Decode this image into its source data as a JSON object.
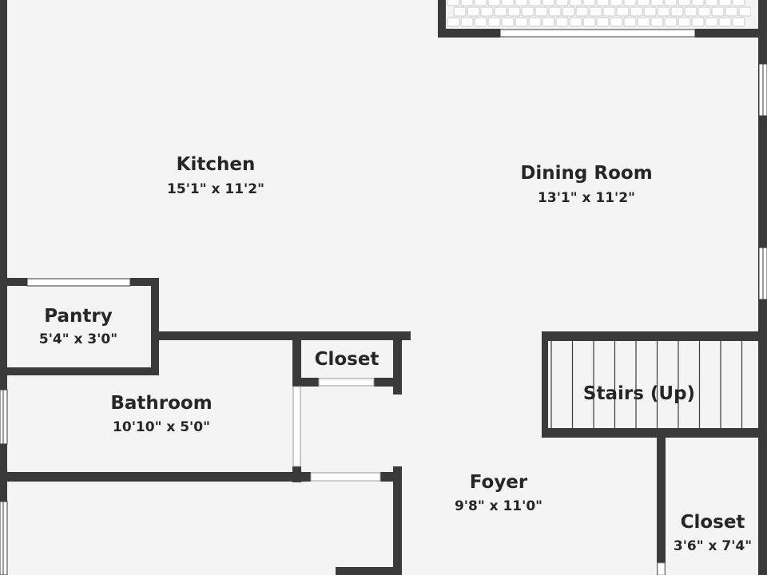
{
  "rooms": {
    "kitchen": {
      "name": "Kitchen",
      "dims": "15'1\" x 11'2\""
    },
    "dining": {
      "name": "Dining Room",
      "dims": "13'1\" x 11'2\""
    },
    "pantry": {
      "name": "Pantry",
      "dims": "5'4\" x 3'0\""
    },
    "closet_small": {
      "name": "Closet"
    },
    "bathroom": {
      "name": "Bathroom",
      "dims": "10'10\" x 5'0\""
    },
    "stairs": {
      "name": "Stairs (Up)"
    },
    "foyer": {
      "name": "Foyer",
      "dims": "9'8\" x 11'0\""
    },
    "closet_foyer": {
      "name": "Closet",
      "dims": "3'6\" x 7'4\""
    }
  },
  "colors": {
    "floor": "#f4f4f4",
    "wall": "#3a3a3a",
    "text": "#262626",
    "window": "#ffffff"
  }
}
